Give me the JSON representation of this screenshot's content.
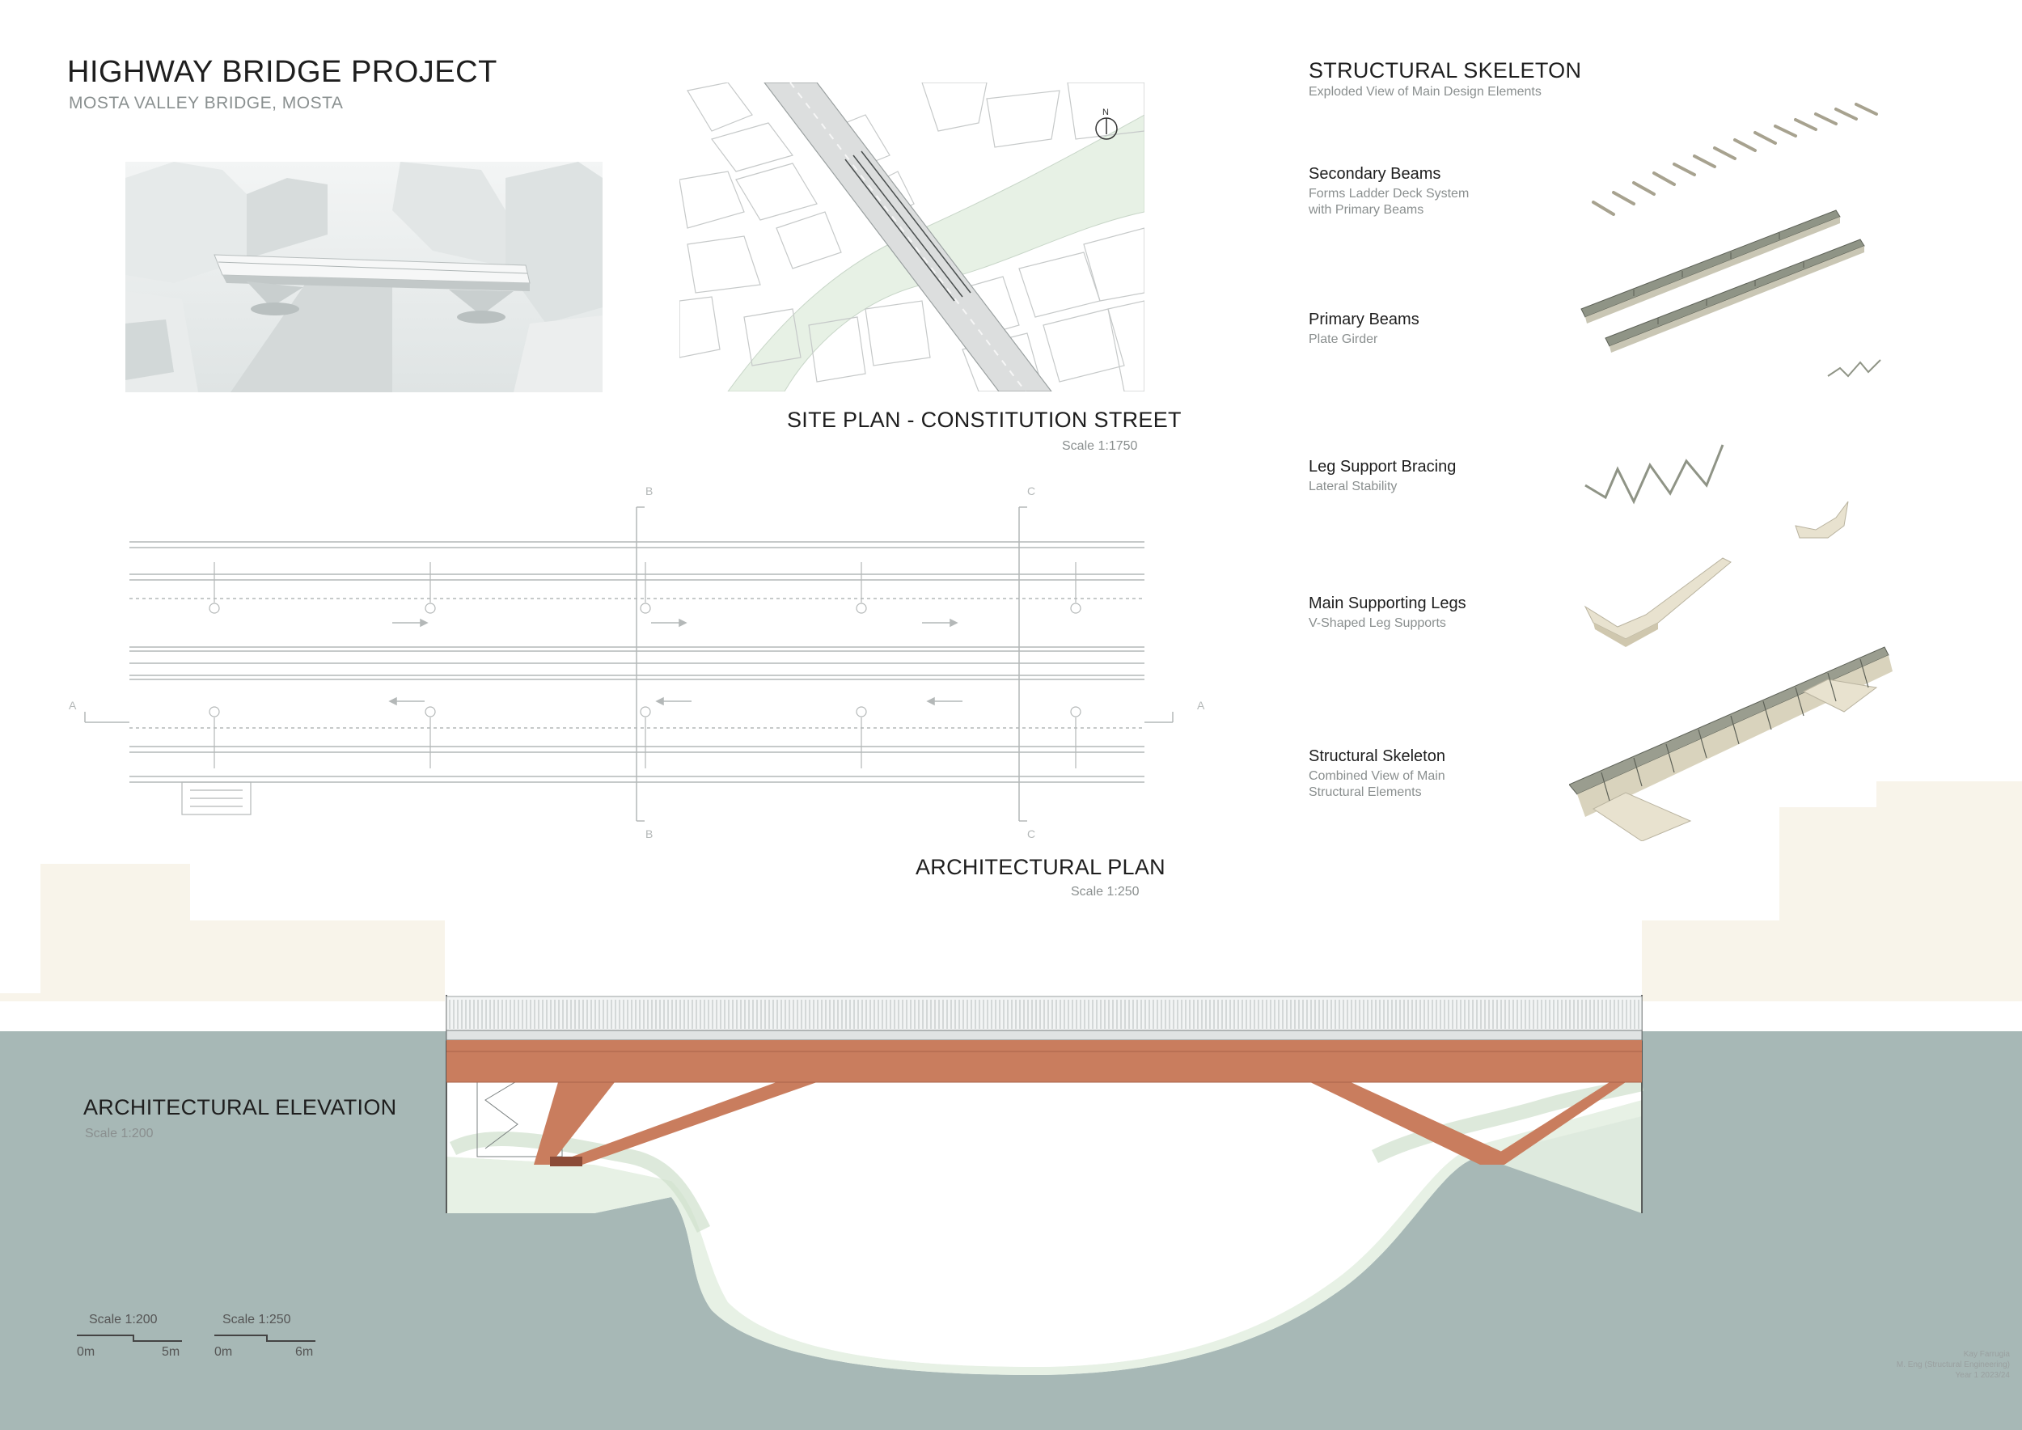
{
  "header": {
    "title": "HIGHWAY BRIDGE PROJECT",
    "subtitle": "MOSTA VALLEY BRIDGE, MOSTA"
  },
  "site_plan": {
    "title": "SITE PLAN - CONSTITUTION STREET",
    "scale": "Scale 1:1750",
    "north_label": "N"
  },
  "arch_plan": {
    "title": "ARCHITECTURAL PLAN",
    "scale": "Scale 1:250",
    "section_markers": {
      "a": "A",
      "b": "B",
      "c": "C"
    }
  },
  "skeleton": {
    "title": "STRUCTURAL SKELETON",
    "subtitle": "Exploded View of Main Design Elements",
    "items": [
      {
        "title": "Secondary Beams",
        "desc1": "Forms Ladder Deck System",
        "desc2": "with Primary Beams"
      },
      {
        "title": "Primary Beams",
        "desc1": "Plate Girder",
        "desc2": ""
      },
      {
        "title": "Leg Support Bracing",
        "desc1": "Lateral Stability",
        "desc2": ""
      },
      {
        "title": "Main Supporting Legs",
        "desc1": "V-Shaped Leg Supports",
        "desc2": ""
      },
      {
        "title": "Structural Skeleton",
        "desc1": "Combined View of Main",
        "desc2": "Structural Elements"
      }
    ]
  },
  "elevation": {
    "title": "ARCHITECTURAL ELEVATION",
    "scale": "Scale 1:200"
  },
  "scale_bars": [
    {
      "label": "Scale 1:200",
      "start": "0m",
      "end": "5m"
    },
    {
      "label": "Scale 1:250",
      "start": "0m",
      "end": "6m"
    }
  ],
  "credits": {
    "name": "Kay Farrugia",
    "degree": "M. Eng (Structural Engineering)",
    "year": "Year 1 2023/24"
  },
  "colors": {
    "ground": "#a7b8b6",
    "bridge_steel": "#c97d5e",
    "buildings": "#f8f4ea",
    "valley_green": "#e8f2e6"
  }
}
